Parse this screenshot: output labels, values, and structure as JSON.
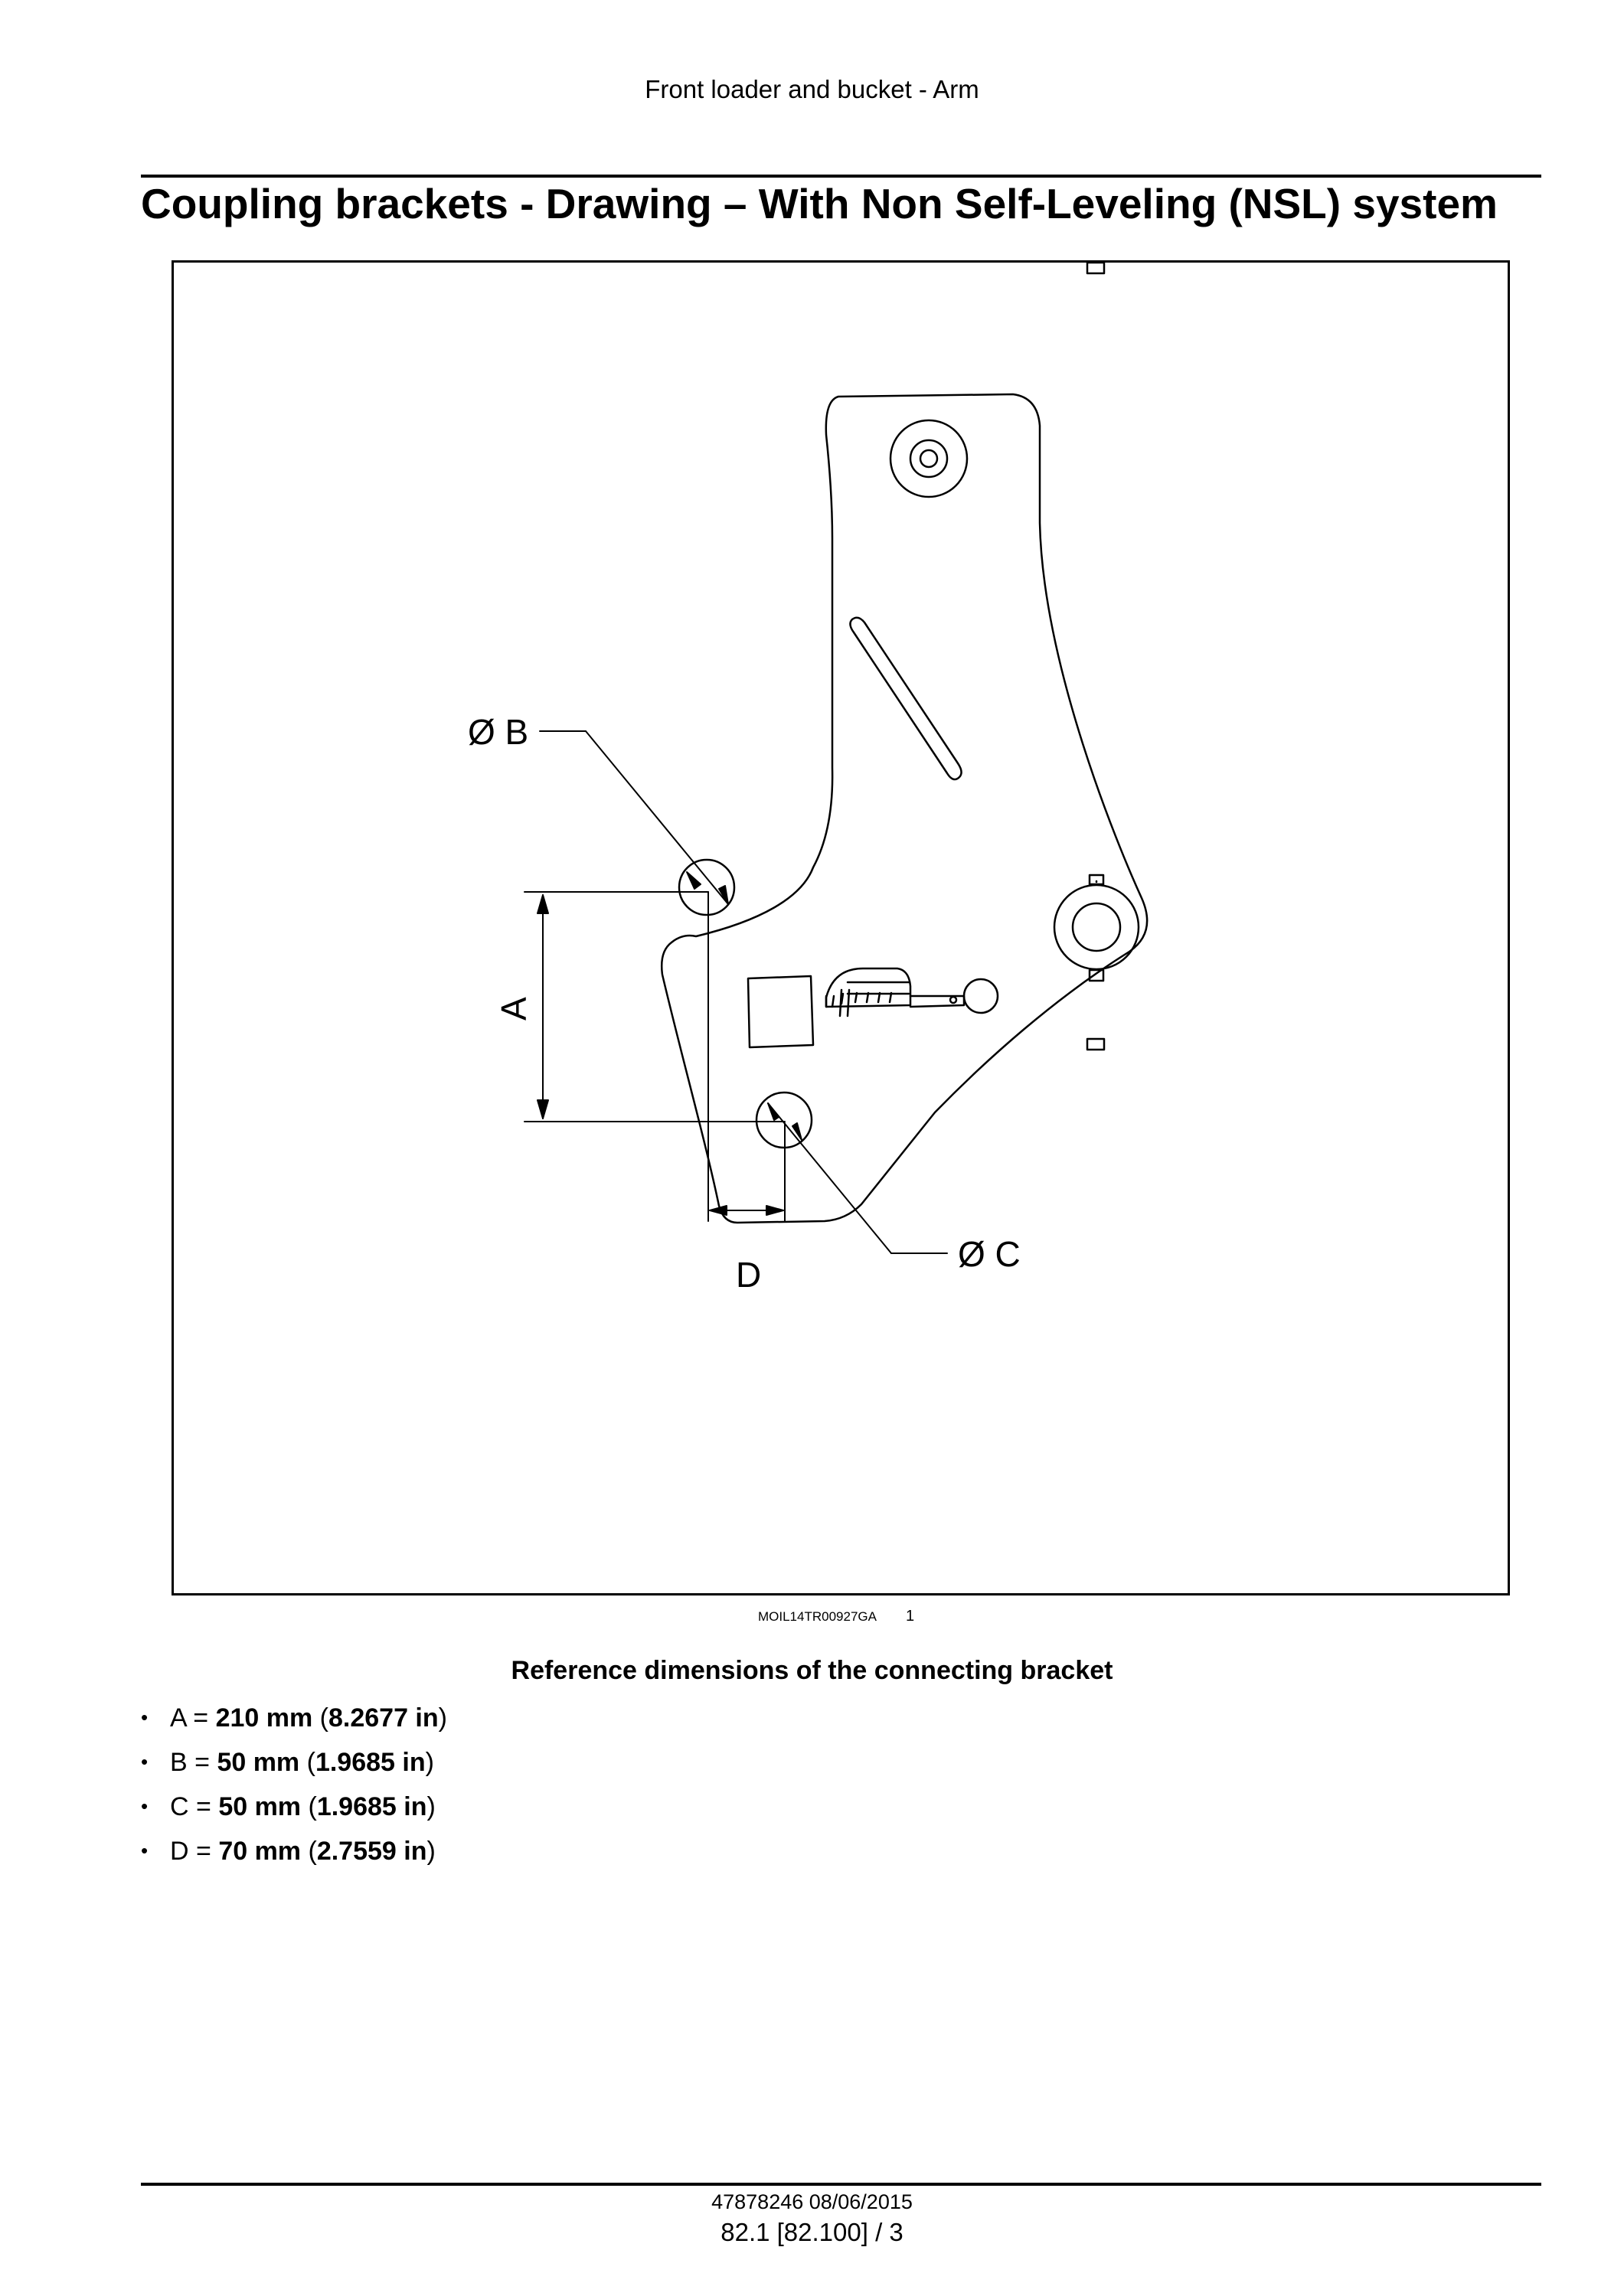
{
  "header": {
    "section": "Front loader and bucket - Arm"
  },
  "page_title": "Coupling brackets - Drawing – With Non Self-Leveling (NSL) system",
  "figure": {
    "labels": {
      "dia_b": "Ø B",
      "dia_c": "Ø C",
      "dim_a": "A",
      "dim_d": "D"
    },
    "reference_code": "MOIL14TR00927GA",
    "number": "1"
  },
  "subheading": "Reference dimensions of the connecting bracket",
  "specs": [
    {
      "key": "A",
      "eq": " = ",
      "metric": "210 mm",
      "imperial": "8.2677 in"
    },
    {
      "key": "B",
      "eq": " = ",
      "metric": "50 mm",
      "imperial": "1.9685 in"
    },
    {
      "key": "C",
      "eq": " = ",
      "metric": "50 mm",
      "imperial": "1.9685 in"
    },
    {
      "key": "D",
      "eq": " = ",
      "metric": "70 mm",
      "imperial": "2.7559 in"
    }
  ],
  "footer": {
    "doc_id": "47878246 08/06/2015",
    "page_ref": "82.1 [82.100] / 3"
  },
  "bullet_glyph": "•"
}
